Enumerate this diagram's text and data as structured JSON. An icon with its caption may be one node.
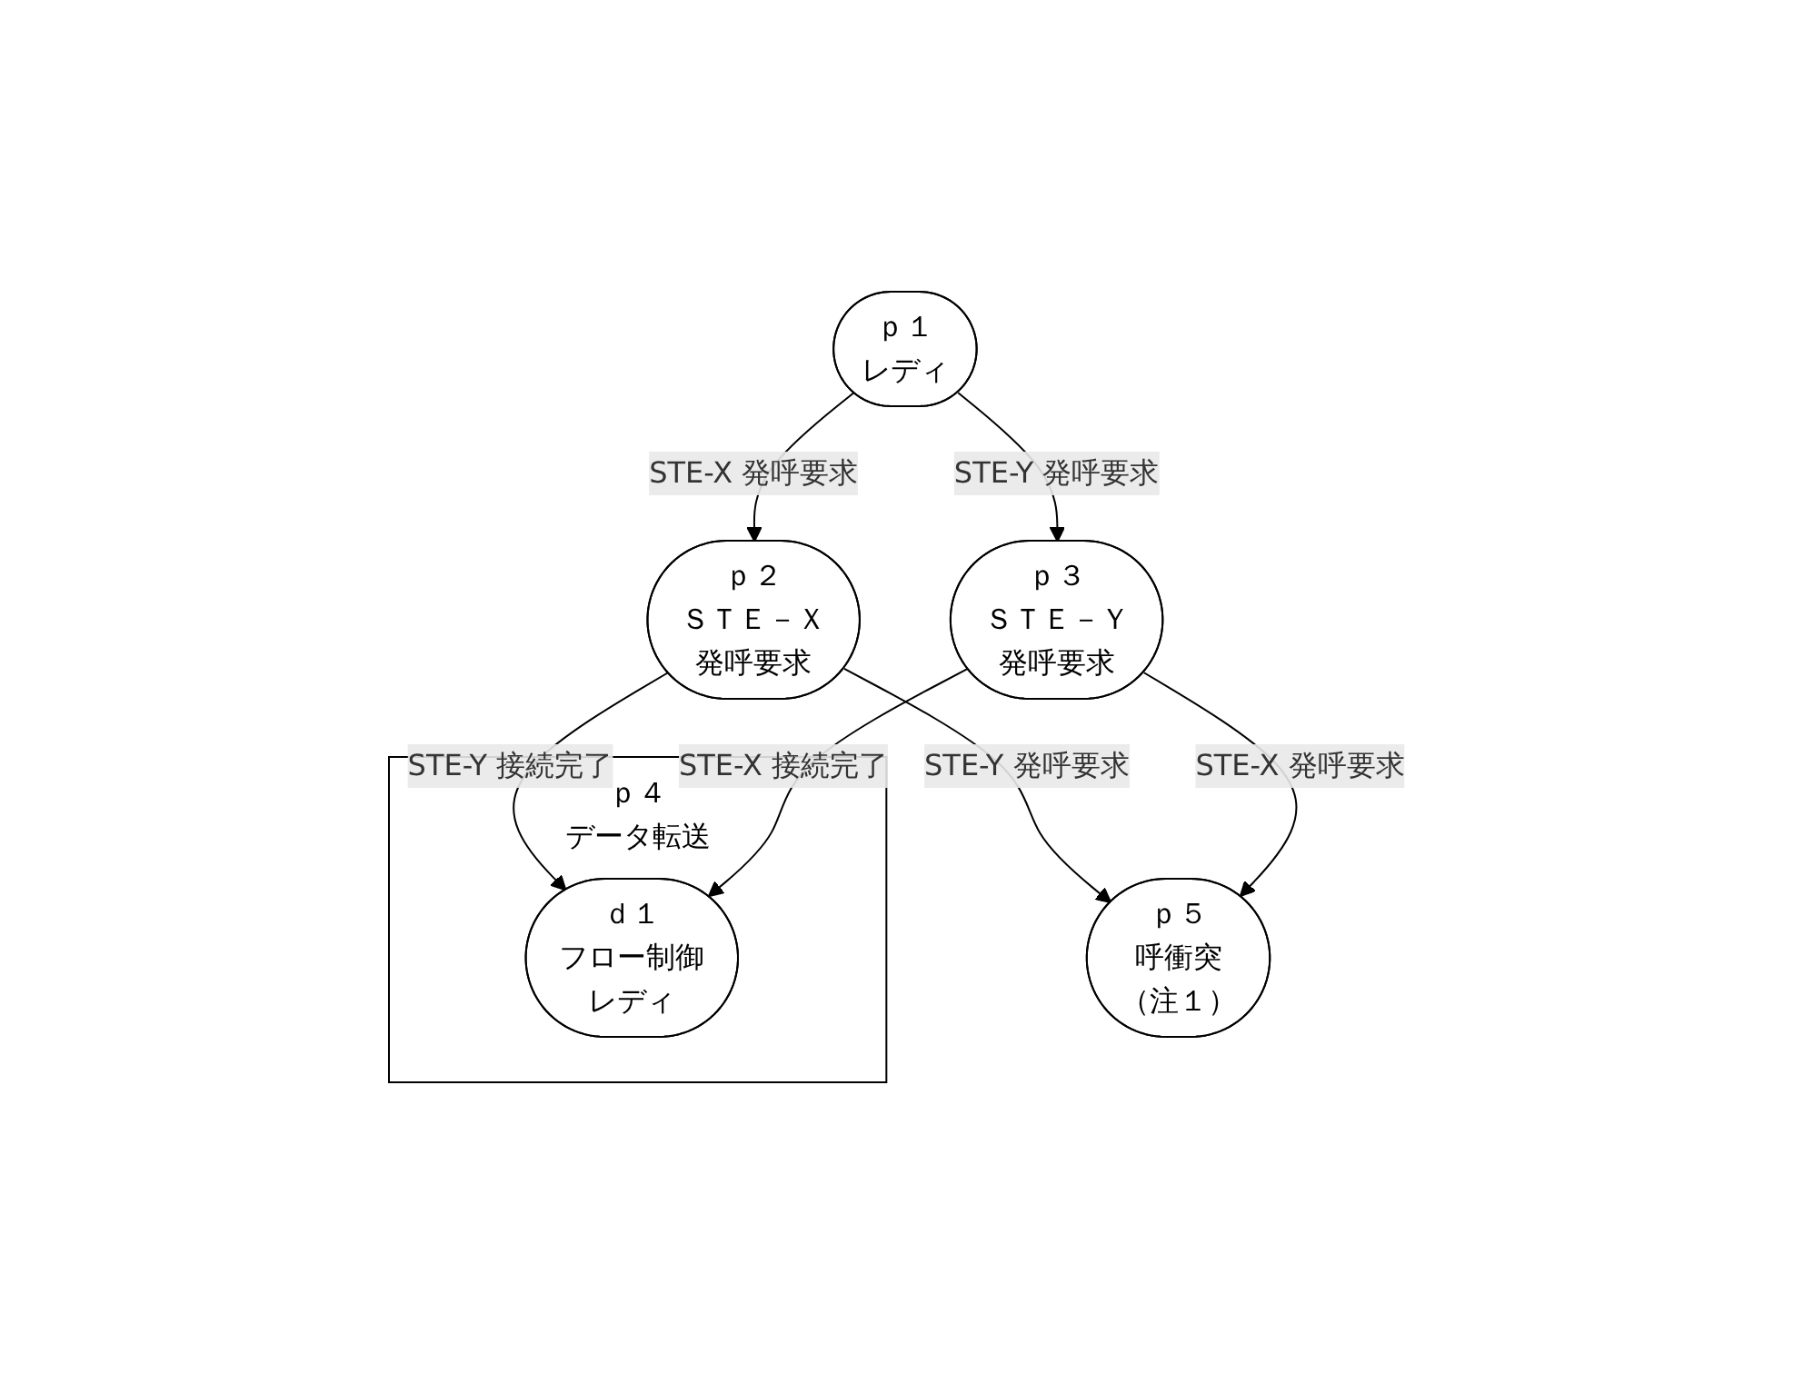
{
  "diagram": {
    "nodes": [
      {
        "text": [
          "ｐ１",
          "レディ"
        ]
      },
      {
        "text": [
          "ｐ２",
          "ＳＴＥ－Ｘ",
          "発呼要求"
        ]
      },
      {
        "text": [
          "ｐ３",
          "ＳＴＥ－Ｙ",
          "発呼要求"
        ]
      },
      {
        "text": [
          "ｐ５",
          "呼衝突",
          "（注１）"
        ]
      },
      {
        "text": [
          "ｐ４",
          "データ転送"
        ]
      },
      {
        "text": [
          "ｄ１",
          "フロー制御",
          "レディ"
        ],
        "in": 4
      }
    ],
    "edges": [
      {
        "from": 0,
        "to": 1,
        "arrow": "to",
        "label": "STE-X 発呼要求"
      },
      {
        "from": 0,
        "to": 2,
        "arrow": "to",
        "label": "STE-Y 発呼要求"
      },
      {
        "from": 1,
        "to": 3,
        "arrow": "to",
        "label": "STE-Y 発呼要求"
      },
      {
        "from": 2,
        "to": 3,
        "arrow": "to",
        "label": "STE-X 発呼要求"
      },
      {
        "from": 1,
        "to": 5,
        "arrow": "to",
        "label": "STE-Y 接続完了"
      },
      {
        "from": 2,
        "to": 5,
        "arrow": "to",
        "label": "STE-X 接続完了"
      }
    ]
  }
}
